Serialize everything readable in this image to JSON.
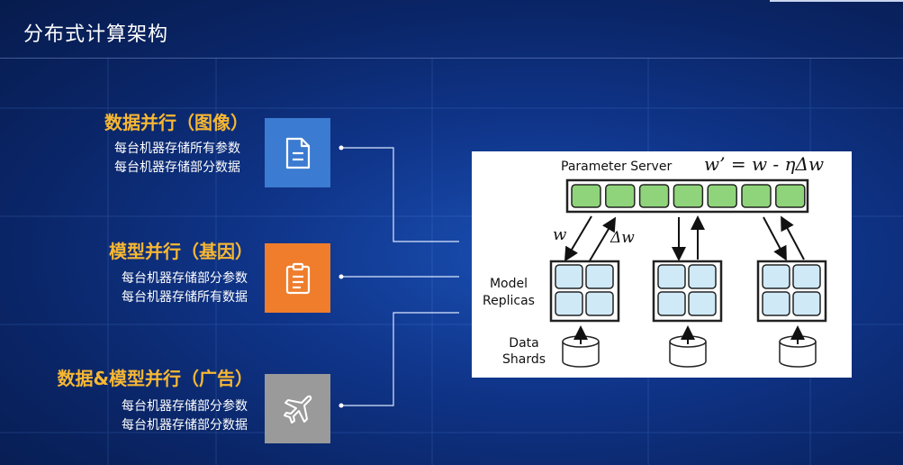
{
  "title": "分布式计算架构",
  "sections": [
    {
      "heading": "数据并行（图像）",
      "desc1": "每台机器存储所有参数",
      "desc2": "每台机器存储部分数据",
      "icon": "document-icon"
    },
    {
      "heading": "模型并行（基因）",
      "desc1": "每台机器存储部分参数",
      "desc2": "每台机器存储所有数据",
      "icon": "clipboard-icon"
    },
    {
      "heading": "数据&模型并行（广告）",
      "desc1": "每台机器存储部分参数",
      "desc2": "每台机器存储部分数据",
      "icon": "airplane-icon"
    }
  ],
  "diagram": {
    "ps_label": "Parameter Server",
    "formula": "w’ = w - ηΔw",
    "w_label": "w",
    "dw_label": "Δw",
    "model_line1": "Model",
    "model_line2": "Replicas",
    "data_line1": "Data",
    "data_line2": "Shards",
    "ps_cell_color": "#8fd47a",
    "replica_cell_color": "#cfe9f7"
  }
}
